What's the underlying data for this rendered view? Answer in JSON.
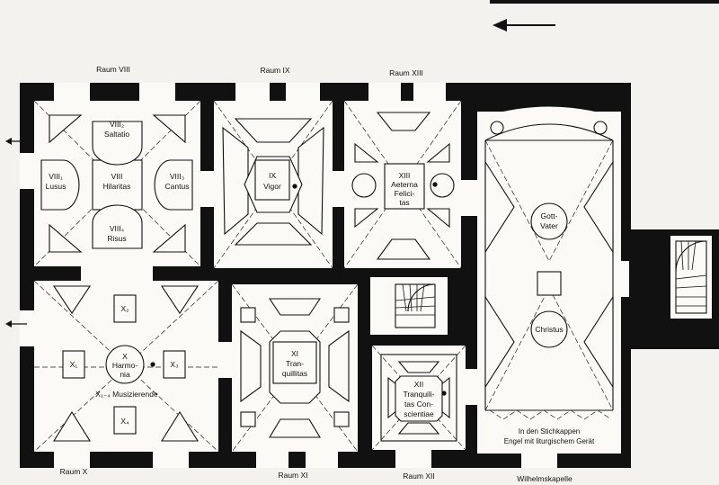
{
  "room_headers": {
    "raum_viii": "Raum VIII",
    "raum_ix": "Raum IX",
    "raum_xiii": "Raum XIII",
    "raum_x": "Raum X",
    "raum_xi": "Raum XI",
    "raum_xii": "Raum XII",
    "wilhelmskapelle": "Wilhelmskapelle"
  },
  "room_viii": {
    "viii2_a": "VIII₂",
    "viii2_b": "Saltatio",
    "viii1_a": "VIII₁",
    "viii1_b": "Lusus",
    "center_a": "VIII",
    "center_b": "Hilaritas",
    "viii3_a": "VIII₃",
    "viii3_b": "Cantus",
    "viii4_a": "VIII₄",
    "viii4_b": "Risus"
  },
  "room_ix": {
    "a": "IX",
    "b": "Vigor"
  },
  "room_xiii": {
    "a": "XIII",
    "b": "Aeterna",
    "c": "Felici-",
    "d": "tas"
  },
  "room_x": {
    "x2": "X₂",
    "x1": "X₁",
    "x3": "X₃",
    "x4": "X₄",
    "center_a": "X",
    "center_b": "Harmo-",
    "center_c": "nia",
    "caption": "X₁₋₄ Musizierende"
  },
  "room_xi": {
    "a": "XI",
    "b": "Tran-",
    "c": "quillitas"
  },
  "room_xii": {
    "a": "XII",
    "b": "Tranquili-",
    "c": "tas Con-",
    "d": "scientiae"
  },
  "chapel": {
    "gott_a": "Gott-",
    "gott_b": "Vater",
    "christus": "Christus",
    "note_a": "In den Stichkappen",
    "note_b": "Engel mit liturgischem Gerät"
  }
}
